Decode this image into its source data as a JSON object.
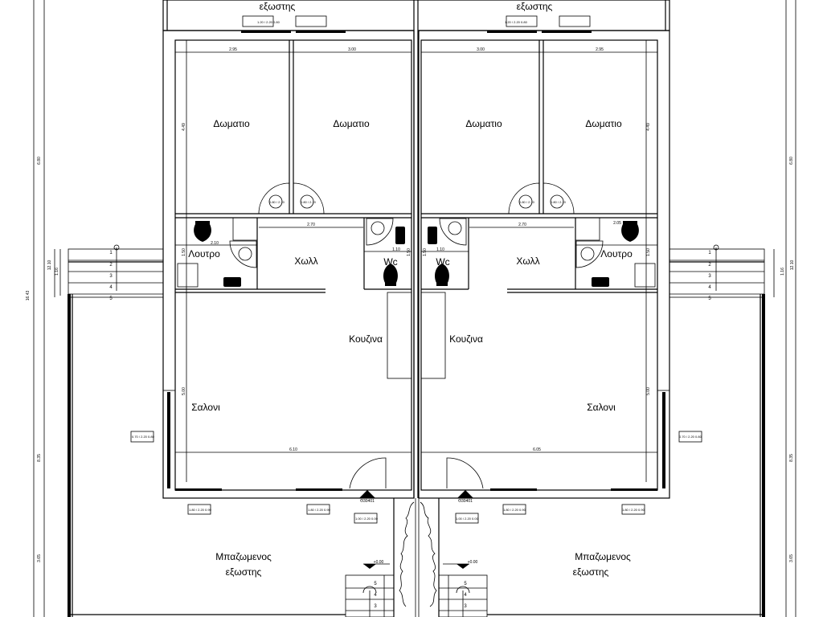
{
  "title": "Floor plan – twin house",
  "left_house": {
    "top_terrace": "εξωστης",
    "bedroom_1": "Δωματιο",
    "bedroom_2": "Δωματιο",
    "bathroom": "Λουτρο",
    "hall": "Χωλλ",
    "wc": "Wc",
    "kitchen": "Κουζινα",
    "living": "Σαλονι",
    "bottom_terrace_1": "Μπαζωμενος",
    "bottom_terrace_2": "εξωστης",
    "dims": {
      "bed1_w": "2.95",
      "bed2_w": "3.00",
      "bed_h": "4.49",
      "hall_w": "2.70",
      "bath_w": "2.10",
      "wc_w": "1.10",
      "wc_h": "1.50",
      "bath_h": "1.50",
      "living_w": "6.10",
      "living_h": "5.00"
    },
    "door_code": "Θ30401",
    "level": "+0.00"
  },
  "right_house": {
    "top_terrace": "εξωστης",
    "bedroom_1": "Δωματιο",
    "bedroom_2": "Δωματιο",
    "bathroom": "Λουτρο",
    "hall": "Χωλλ",
    "wc": "Wc",
    "kitchen": "Κουζινα",
    "living": "Σαλονι",
    "bottom_terrace_1": "Μπαζωμενος",
    "bottom_terrace_2": "εξωστης",
    "dims": {
      "bed1_w": "3.00",
      "bed2_w": "2.95",
      "bed_h": "4.49",
      "hall_w": "2.70",
      "bath_w": "2.05",
      "wc_w": "1.10",
      "wc_h": "1.50",
      "bath_h": "1.50",
      "living_w": "6.05",
      "living_h": "5.00"
    },
    "door_code": "Θ30401",
    "level": "+0.00"
  },
  "overall_dims": {
    "total": "16.43",
    "upper": "6.80",
    "middle": "8.35",
    "lower": "3.65",
    "stair_run": "12.10",
    "stair_h": "1.16"
  },
  "steps": [
    "1",
    "2",
    "3",
    "4",
    "5"
  ],
  "window_tags": {
    "top": "1.20 / 2.20  0.80",
    "front": "1.80 / 2.20  0.90",
    "door": "1.00 / 2.20  0.00",
    "side": "0.70 / 2.20  0.80",
    "interior": "0.80 / 2.10"
  }
}
